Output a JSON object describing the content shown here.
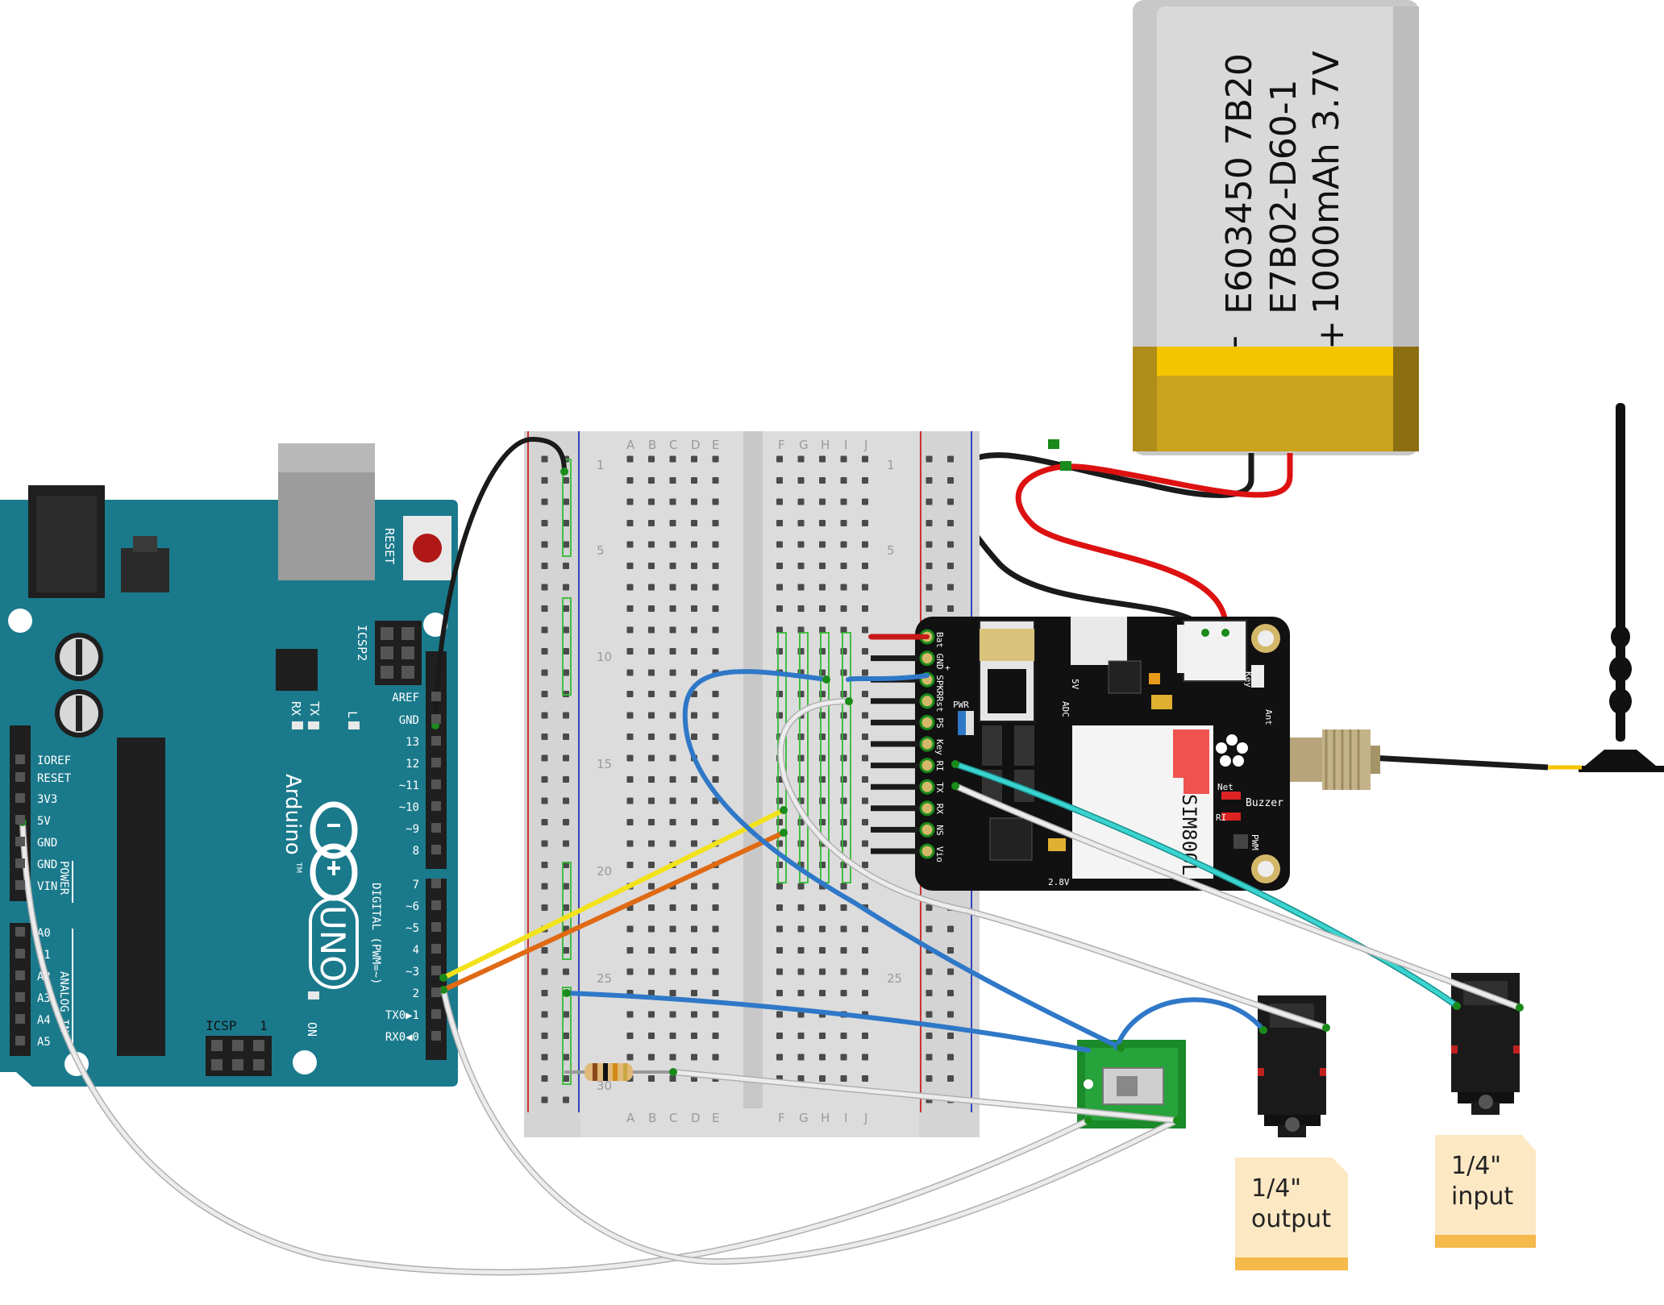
{
  "battery": {
    "line1": "E603450 7B20",
    "line2": "E7B02-D60-1",
    "line3": "1000mAh 3.7V",
    "minus": "-",
    "plus": "+"
  },
  "arduino": {
    "reset_label": "RESET",
    "icsp2_label": "ICSP2",
    "icsp_label": "ICSP",
    "icsp_pin_label": "1",
    "tx_label": "TX",
    "rx_label": "RX",
    "l_label": "L",
    "on_label": "ON",
    "brand": "Arduino",
    "model": "UNO",
    "tm": "TM",
    "digital_label": "DIGITAL (PWM=~)",
    "power_label": "POWER",
    "analog_label": "ANALOG IN",
    "digital_pins": [
      "AREF",
      "GND",
      "13",
      "12",
      "~11",
      "~10",
      "~9",
      "8",
      "7",
      "~6",
      "~5",
      "4",
      "~3",
      "2",
      "TX0▶1",
      "RX0◀0"
    ],
    "power_pins": [
      "IOREF",
      "RESET",
      "3V3",
      "5V",
      "GND",
      "GND",
      "VIN"
    ],
    "analog_pins": [
      "A0",
      "A1",
      "A2",
      "A3",
      "A4",
      "A5"
    ]
  },
  "breadboard": {
    "columns_left": [
      "A",
      "B",
      "C",
      "D",
      "E"
    ],
    "columns_right": [
      "F",
      "G",
      "H",
      "I",
      "J"
    ],
    "row_numbers": [
      "1",
      "5",
      "10",
      "15",
      "20",
      "25",
      "30"
    ]
  },
  "fona": {
    "pins": [
      "Bat",
      "GND",
      "SPKR",
      "Rst",
      "PS",
      "Key",
      "RI",
      "TX",
      "RX",
      "NS",
      "Vio"
    ],
    "chip_label": "SIM800L",
    "key_label": "Key",
    "ant_label": "Ant",
    "net_label": "Net",
    "ri_label": "RI",
    "buzzer_label": "Buzzer",
    "pwm_label": "PWM",
    "pwr_label": "PWR",
    "v5_label": "5V",
    "adc_label": "ADC",
    "v28_label": "2.8V",
    "spkr_plus": "+"
  },
  "notes": {
    "output": "1/4\"\noutput",
    "input": "1/4\"\ninput"
  },
  "colors": {
    "arduino_board": "#1a7a8c",
    "breadboard": "#dcdcdc",
    "fona_board": "#111111",
    "wire_black": "#1a1a1a",
    "wire_red": "#dd1111",
    "wire_blue": "#2f78c8",
    "wire_white": "#e0e0e0",
    "wire_yellow": "#f2e21a",
    "wire_orange": "#e06a14",
    "wire_cyan": "#3bd3cf",
    "battery_body": "#d0d0d0",
    "battery_band": "#f5c400",
    "note_fill": "#fde8c4",
    "note_band": "#f6b94b"
  }
}
